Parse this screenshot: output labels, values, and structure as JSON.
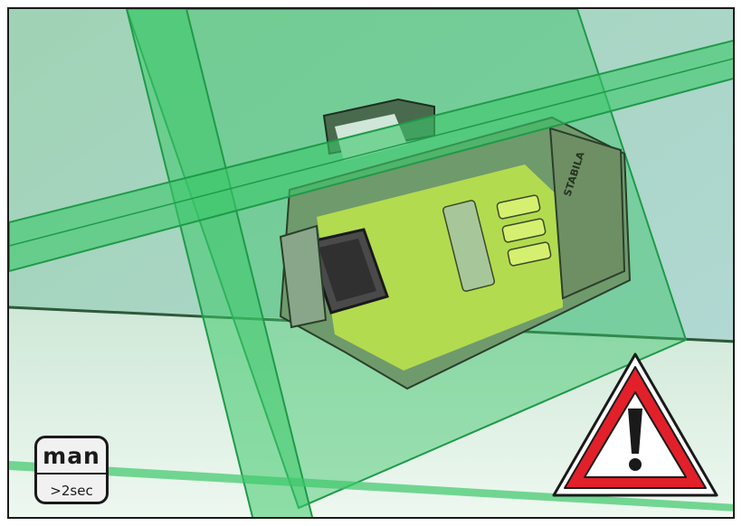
{
  "badge": {
    "mode_label": "man",
    "duration_label": ">2sec"
  },
  "device": {
    "brand_label": "STABILA"
  },
  "colors": {
    "laser_green": "#3cc86a",
    "device_yellow": "#d6ff4a",
    "warning_red": "#e2202a"
  },
  "icons": [
    "warning-triangle-icon",
    "button-mode-icon"
  ]
}
